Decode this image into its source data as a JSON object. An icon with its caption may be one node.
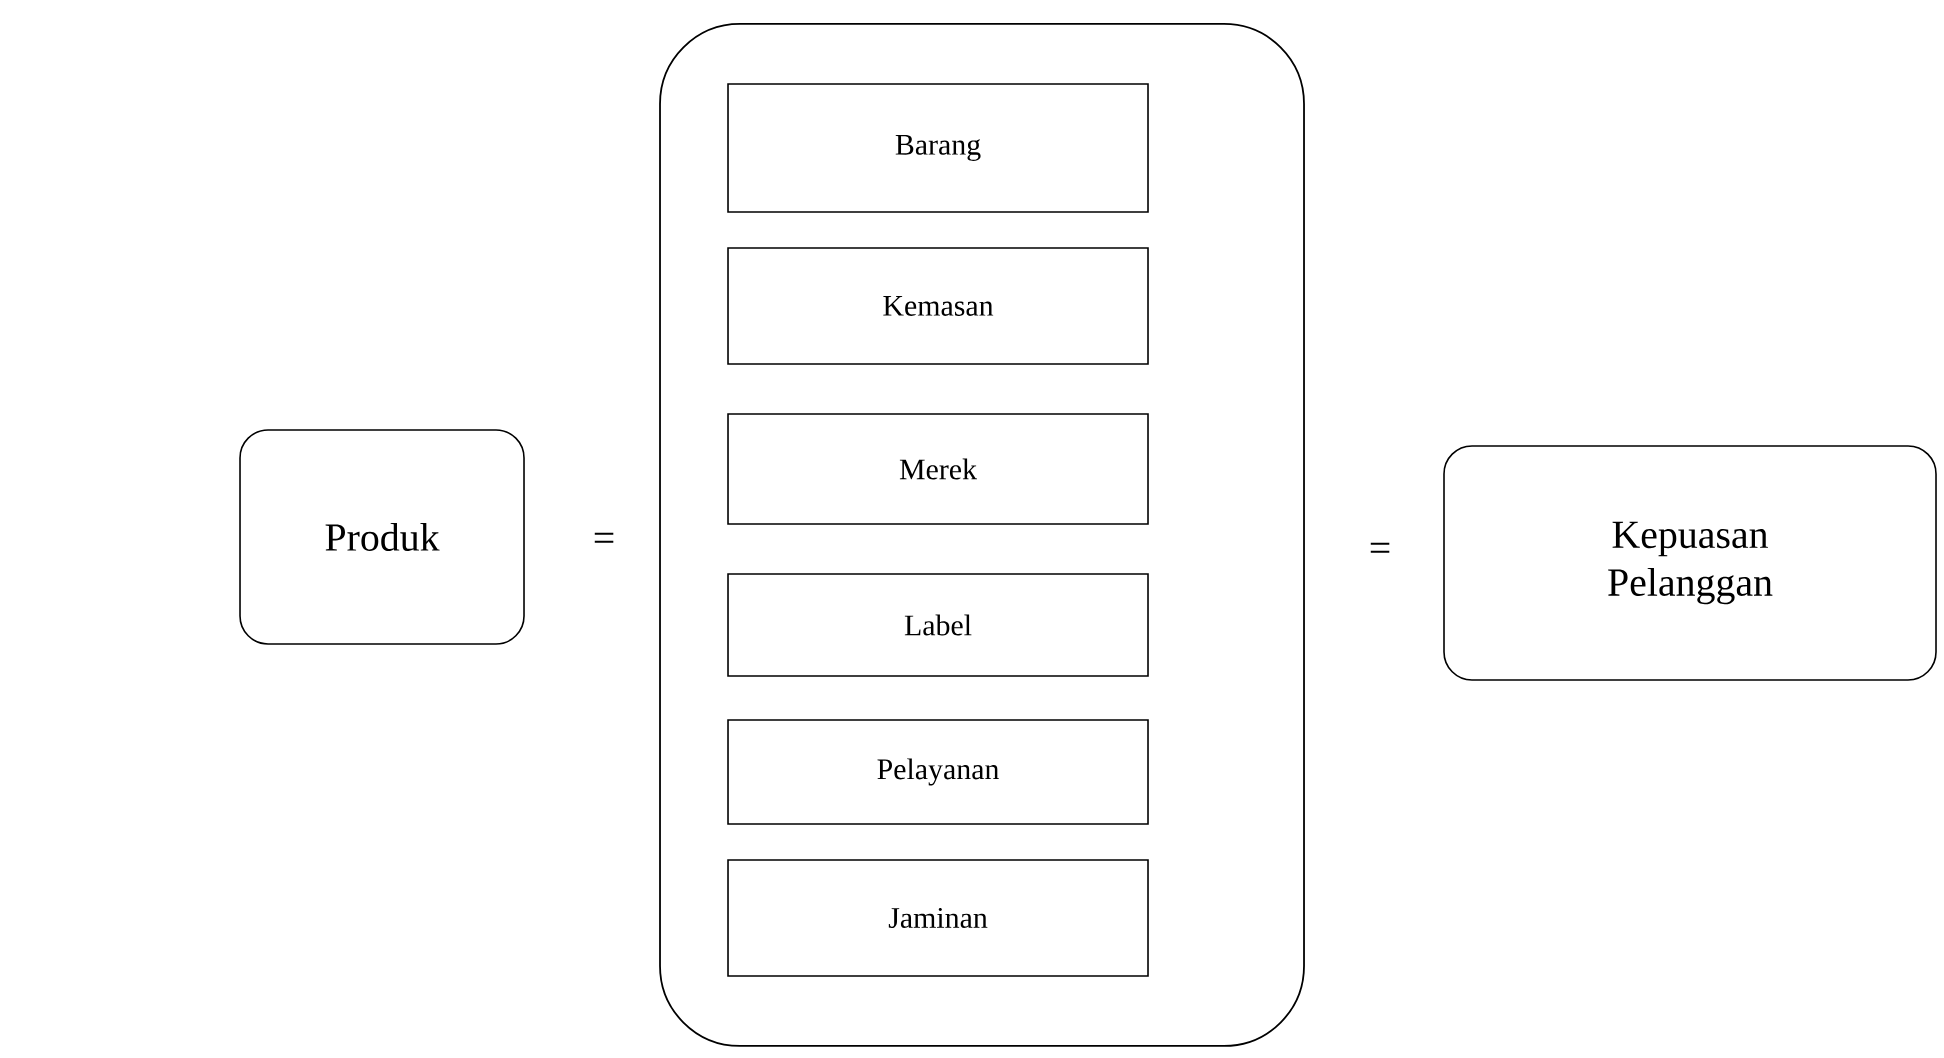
{
  "diagram": {
    "nodes": [
      {
        "text": [
          "Produk"
        ]
      },
      {
        "text": [],
        "shape": "box"
      },
      {
        "text": [
          "Barang"
        ],
        "in": 1
      },
      {
        "text": [
          "Kemasan"
        ],
        "in": 1
      },
      {
        "text": [
          "Merek"
        ],
        "in": 1
      },
      {
        "text": [
          "Label"
        ],
        "in": 1
      },
      {
        "text": [
          "Pelayanan"
        ],
        "in": 1
      },
      {
        "text": [
          "Jaminan"
        ],
        "in": 1
      },
      {
        "text": [
          "Kepuasan Pelanggan"
        ]
      }
    ],
    "edges": [],
    "labels": [
      "=",
      "="
    ]
  }
}
